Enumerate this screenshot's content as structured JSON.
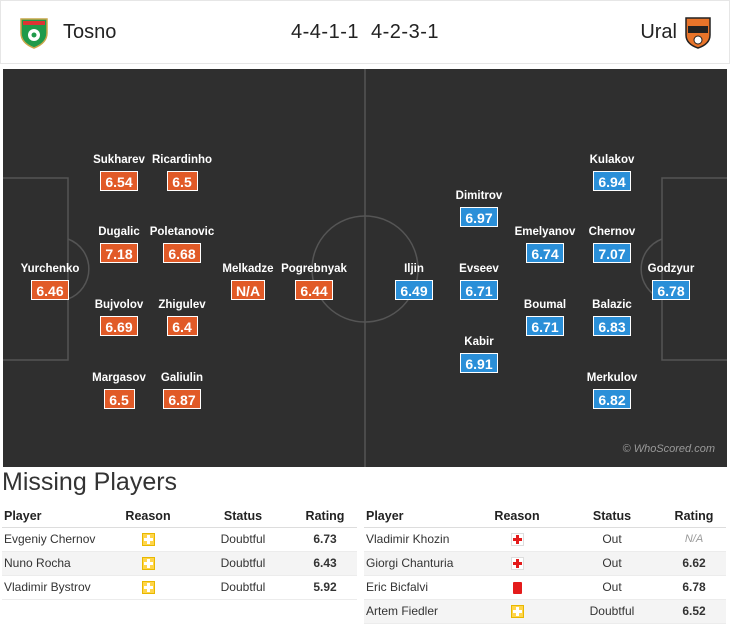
{
  "header": {
    "home_team": "Tosno",
    "away_team": "Ural",
    "home_formation": "4-4-1-1",
    "away_formation": "4-2-3-1"
  },
  "colors": {
    "home_rating": "#e15a27",
    "away_rating": "#2a8fd8",
    "pitch": "#2f2f2f"
  },
  "pitch": {
    "watermark": "© WhoScored.com",
    "home_players": [
      {
        "name": "Sukharev",
        "rating": "6.54"
      },
      {
        "name": "Ricardinho",
        "rating": "6.5"
      },
      {
        "name": "Dugalic",
        "rating": "7.18"
      },
      {
        "name": "Poletanovic",
        "rating": "6.68"
      },
      {
        "name": "Yurchenko",
        "rating": "6.46"
      },
      {
        "name": "Melkadze",
        "rating": "N/A"
      },
      {
        "name": "Pogrebnyak",
        "rating": "6.44"
      },
      {
        "name": "Bujvolov",
        "rating": "6.69"
      },
      {
        "name": "Zhigulev",
        "rating": "6.4"
      },
      {
        "name": "Margasov",
        "rating": "6.5"
      },
      {
        "name": "Galiulin",
        "rating": "6.87"
      }
    ],
    "away_players": [
      {
        "name": "Kulakov",
        "rating": "6.94"
      },
      {
        "name": "Dimitrov",
        "rating": "6.97"
      },
      {
        "name": "Emelyanov",
        "rating": "6.74"
      },
      {
        "name": "Chernov",
        "rating": "7.07"
      },
      {
        "name": "Iljin",
        "rating": "6.49"
      },
      {
        "name": "Evseev",
        "rating": "6.71"
      },
      {
        "name": "Godzyur",
        "rating": "6.78"
      },
      {
        "name": "Boumal",
        "rating": "6.71"
      },
      {
        "name": "Balazic",
        "rating": "6.83"
      },
      {
        "name": "Kabir",
        "rating": "6.91"
      },
      {
        "name": "Merkulov",
        "rating": "6.82"
      }
    ]
  },
  "missing": {
    "title": "Missing Players",
    "columns": [
      "Player",
      "Reason",
      "Status",
      "Rating"
    ],
    "home": [
      {
        "player": "Evgeniy Chernov",
        "reason": "doubtful-icon",
        "status": "Doubtful",
        "rating": "6.73"
      },
      {
        "player": "Nuno Rocha",
        "reason": "doubtful-icon",
        "status": "Doubtful",
        "rating": "6.43"
      },
      {
        "player": "Vladimir Bystrov",
        "reason": "doubtful-icon",
        "status": "Doubtful",
        "rating": "5.92"
      }
    ],
    "away": [
      {
        "player": "Vladimir Khozin",
        "reason": "injury-icon",
        "status": "Out",
        "rating": "N/A"
      },
      {
        "player": "Giorgi Chanturia",
        "reason": "injury-icon",
        "status": "Out",
        "rating": "6.62"
      },
      {
        "player": "Eric Bicfalvi",
        "reason": "red-card-icon",
        "status": "Out",
        "rating": "6.78"
      },
      {
        "player": "Artem Fiedler",
        "reason": "doubtful-icon",
        "status": "Doubtful",
        "rating": "6.52"
      }
    ]
  }
}
